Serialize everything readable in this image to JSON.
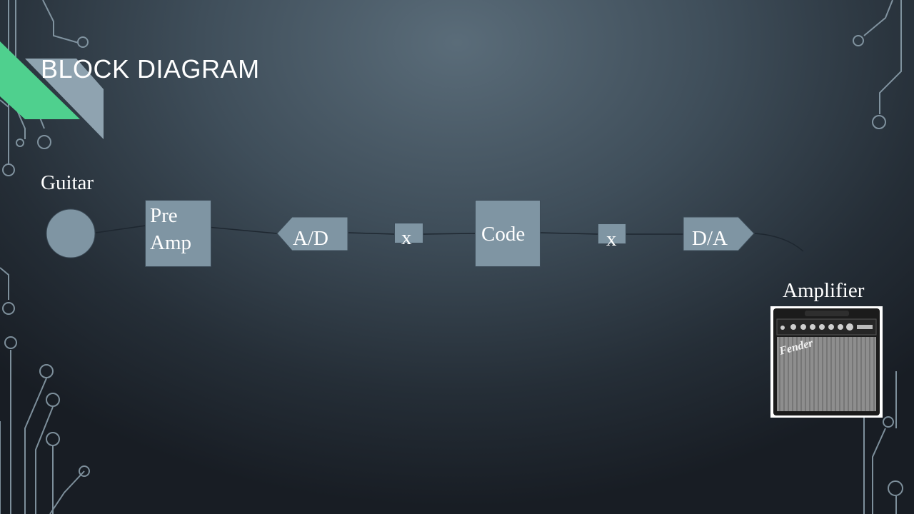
{
  "slide": {
    "title": "BLOCK DIAGRAM"
  },
  "diagram": {
    "guitar_label": "Guitar",
    "preamp_line1": "Pre",
    "preamp_line2": "Amp",
    "ad_label": "A/D",
    "mult1_label": "x",
    "code_label": "Code",
    "mult2_label": "x",
    "da_label": "D/A",
    "amplifier_label": "Amplifier"
  },
  "amplifier_image": {
    "logo_text": "Fender"
  },
  "colors": {
    "block_fill": "#7f95a3",
    "accent_green": "#4fd08e",
    "accent_grey": "#8fa3b0",
    "circuit_line": "#8fa3b0"
  }
}
